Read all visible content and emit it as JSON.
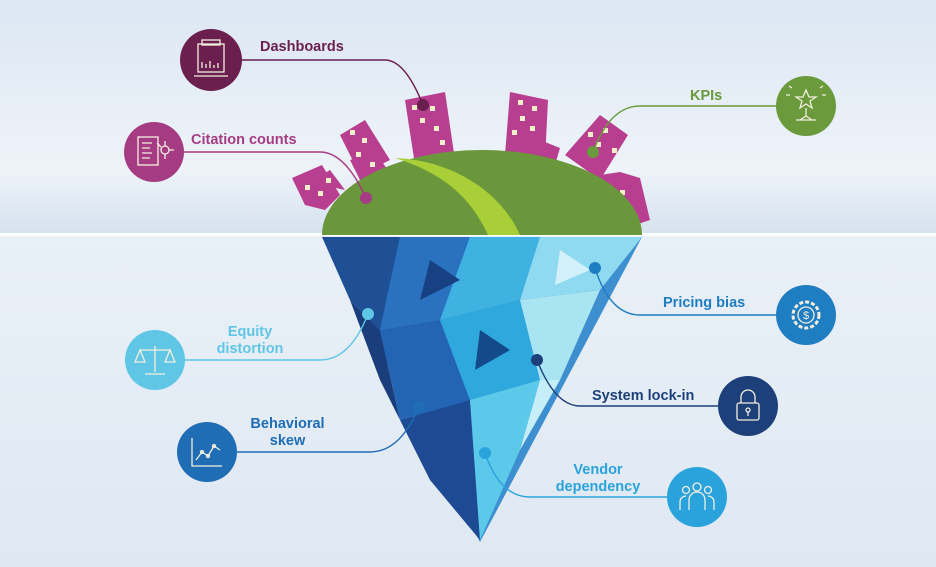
{
  "title": "Iceberg of metrics",
  "above_surface": [
    {
      "label": "Dashboards",
      "icon": "dashboard-icon",
      "color": "#6b1f4f"
    },
    {
      "label": "Citation counts",
      "icon": "citation-network-icon",
      "color": "#a53c83"
    },
    {
      "label": "KPIs",
      "icon": "trophy-star-icon",
      "color": "#6a9a3c"
    }
  ],
  "below_surface": [
    {
      "label": "Pricing bias",
      "icon": "dollar-gear-icon",
      "color": "#1f7dc1"
    },
    {
      "label": "System lock-in",
      "icon": "padlock-icon",
      "color": "#1d3f7a"
    },
    {
      "label": "Vendor dependency",
      "icon": "people-group-icon",
      "color": "#2aa3dc"
    },
    {
      "label": "Equity distortion",
      "icon": "balance-scale-icon",
      "color": "#5fc6e6"
    },
    {
      "label": "Behavioral skew",
      "icon": "line-chart-icon",
      "color": "#1f6db5"
    }
  ]
}
